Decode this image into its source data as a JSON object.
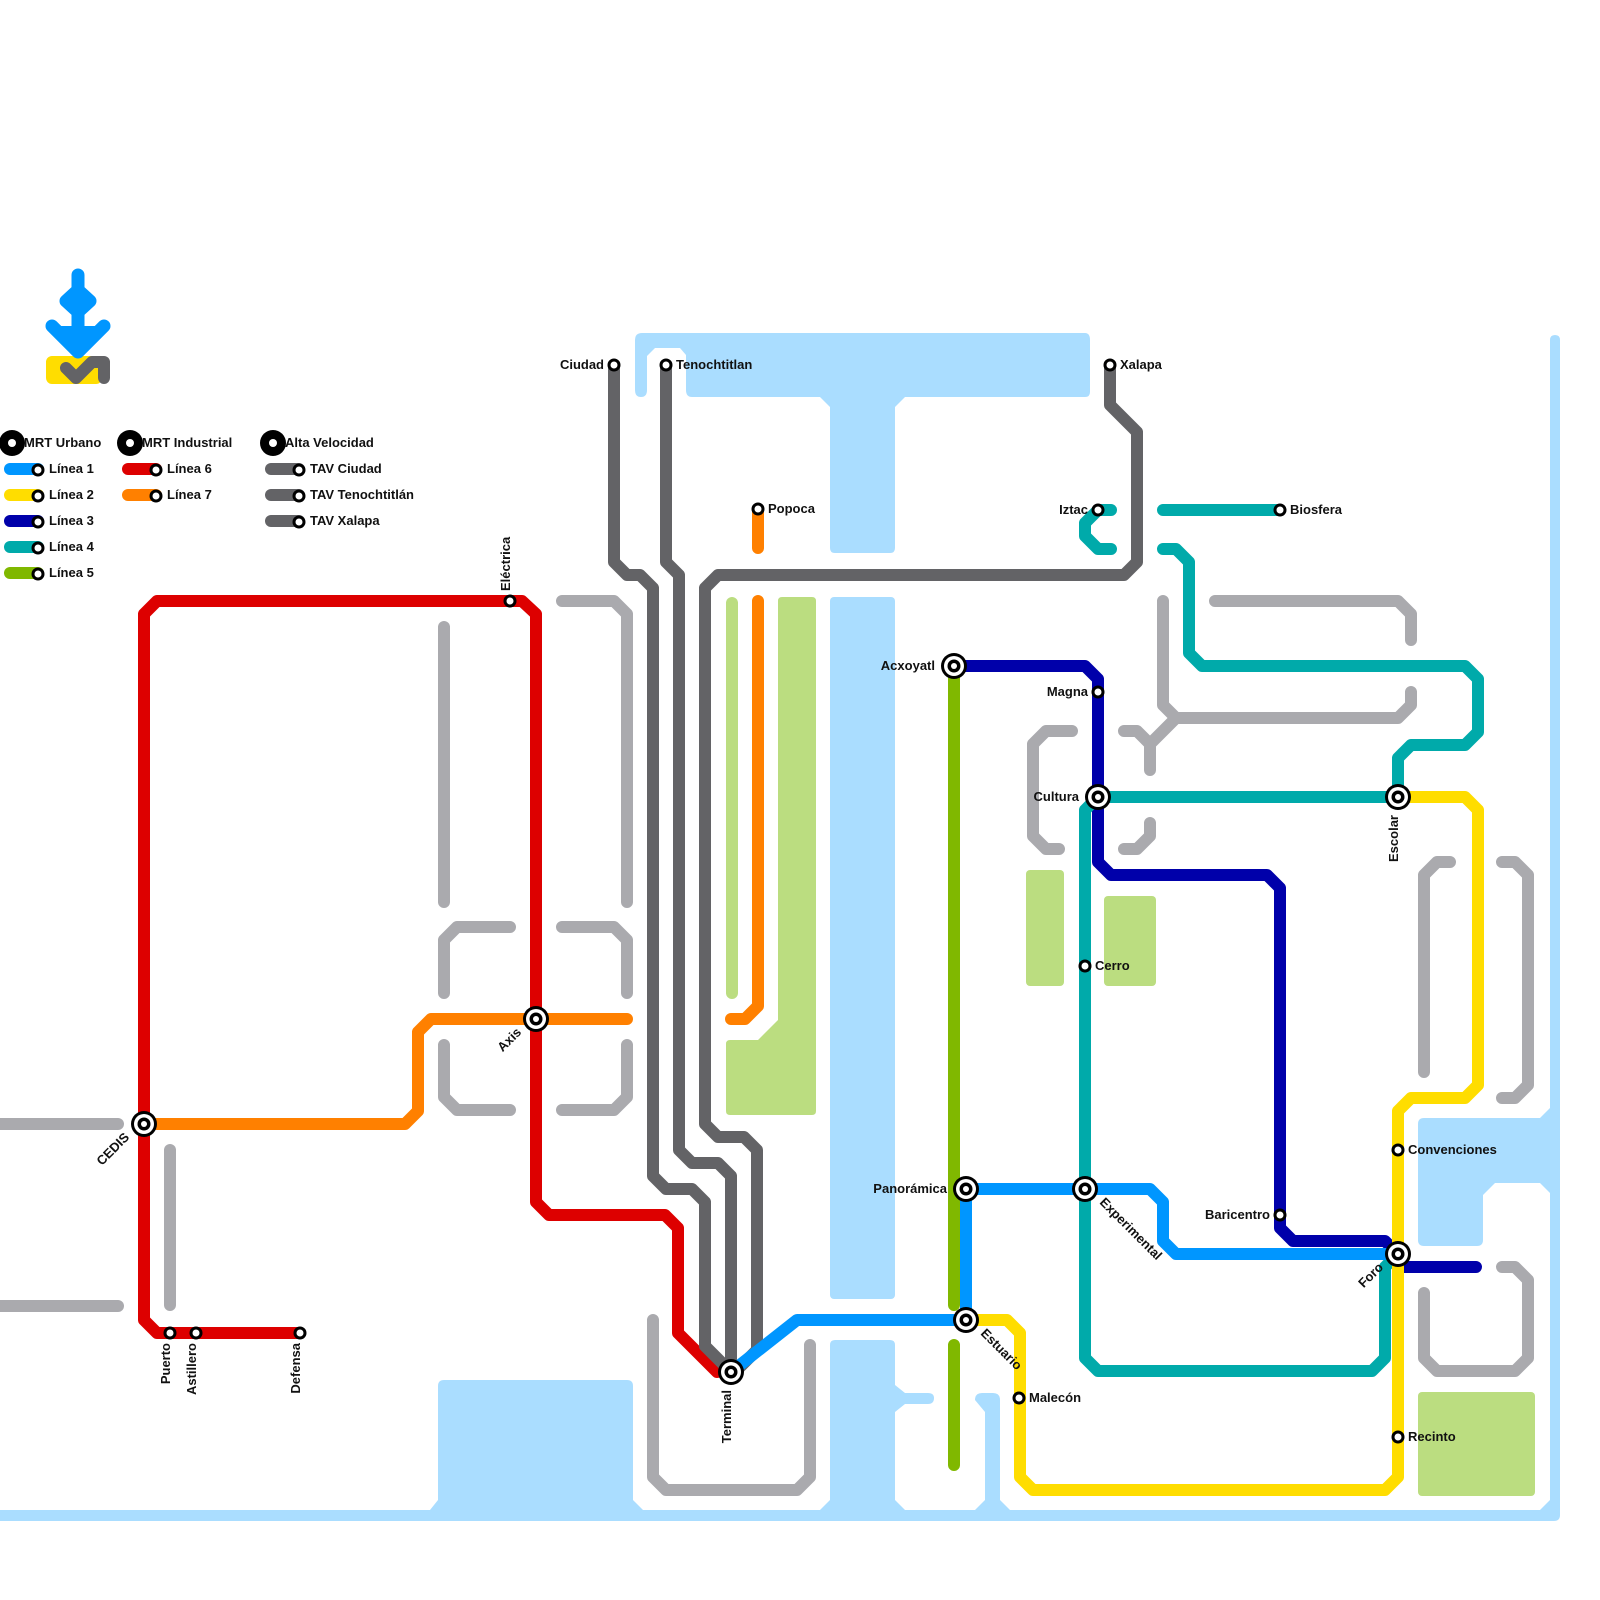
{
  "colors": {
    "linea1": "#0096ff",
    "linea2": "#ffdd00",
    "linea3": "#0000aa",
    "linea4": "#00aaaa",
    "linea5": "#80b800",
    "linea6": "#dd0000",
    "linea7": "#ff8000",
    "tav": "#636366",
    "unbuilt": "#aaaaae",
    "water": "#aaddff",
    "park": "#bbdd80"
  },
  "logo": {
    "icon": "arrow-down-logo-icon"
  },
  "legend": {
    "groups": [
      {
        "title": "MRT Urbano",
        "items": [
          "Línea 1",
          "Línea 2",
          "Línea 3",
          "Línea 4",
          "Línea 5"
        ]
      },
      {
        "title": "MRT Industrial",
        "items": [
          "Línea 6",
          "Línea 7"
        ]
      },
      {
        "title": "Alta Velocidad",
        "items": [
          "TAV Ciudad",
          "TAV Tenochtitlán",
          "TAV Xalapa"
        ]
      }
    ]
  },
  "stations": [
    "Ciudad",
    "Tenochtitlan",
    "Xalapa",
    "Popoca",
    "Iztac",
    "Biosfera",
    "Eléctrica",
    "Acxoyatl",
    "Magna",
    "Cultura",
    "Escolar",
    "Cerro",
    "Axis",
    "CEDIS",
    "Panorámica",
    "Experimental",
    "Baricentro",
    "Convenciones",
    "Foro",
    "Estuario",
    "Terminal",
    "Malecón",
    "Recinto",
    "Puerto",
    "Astillero",
    "Defensa"
  ]
}
